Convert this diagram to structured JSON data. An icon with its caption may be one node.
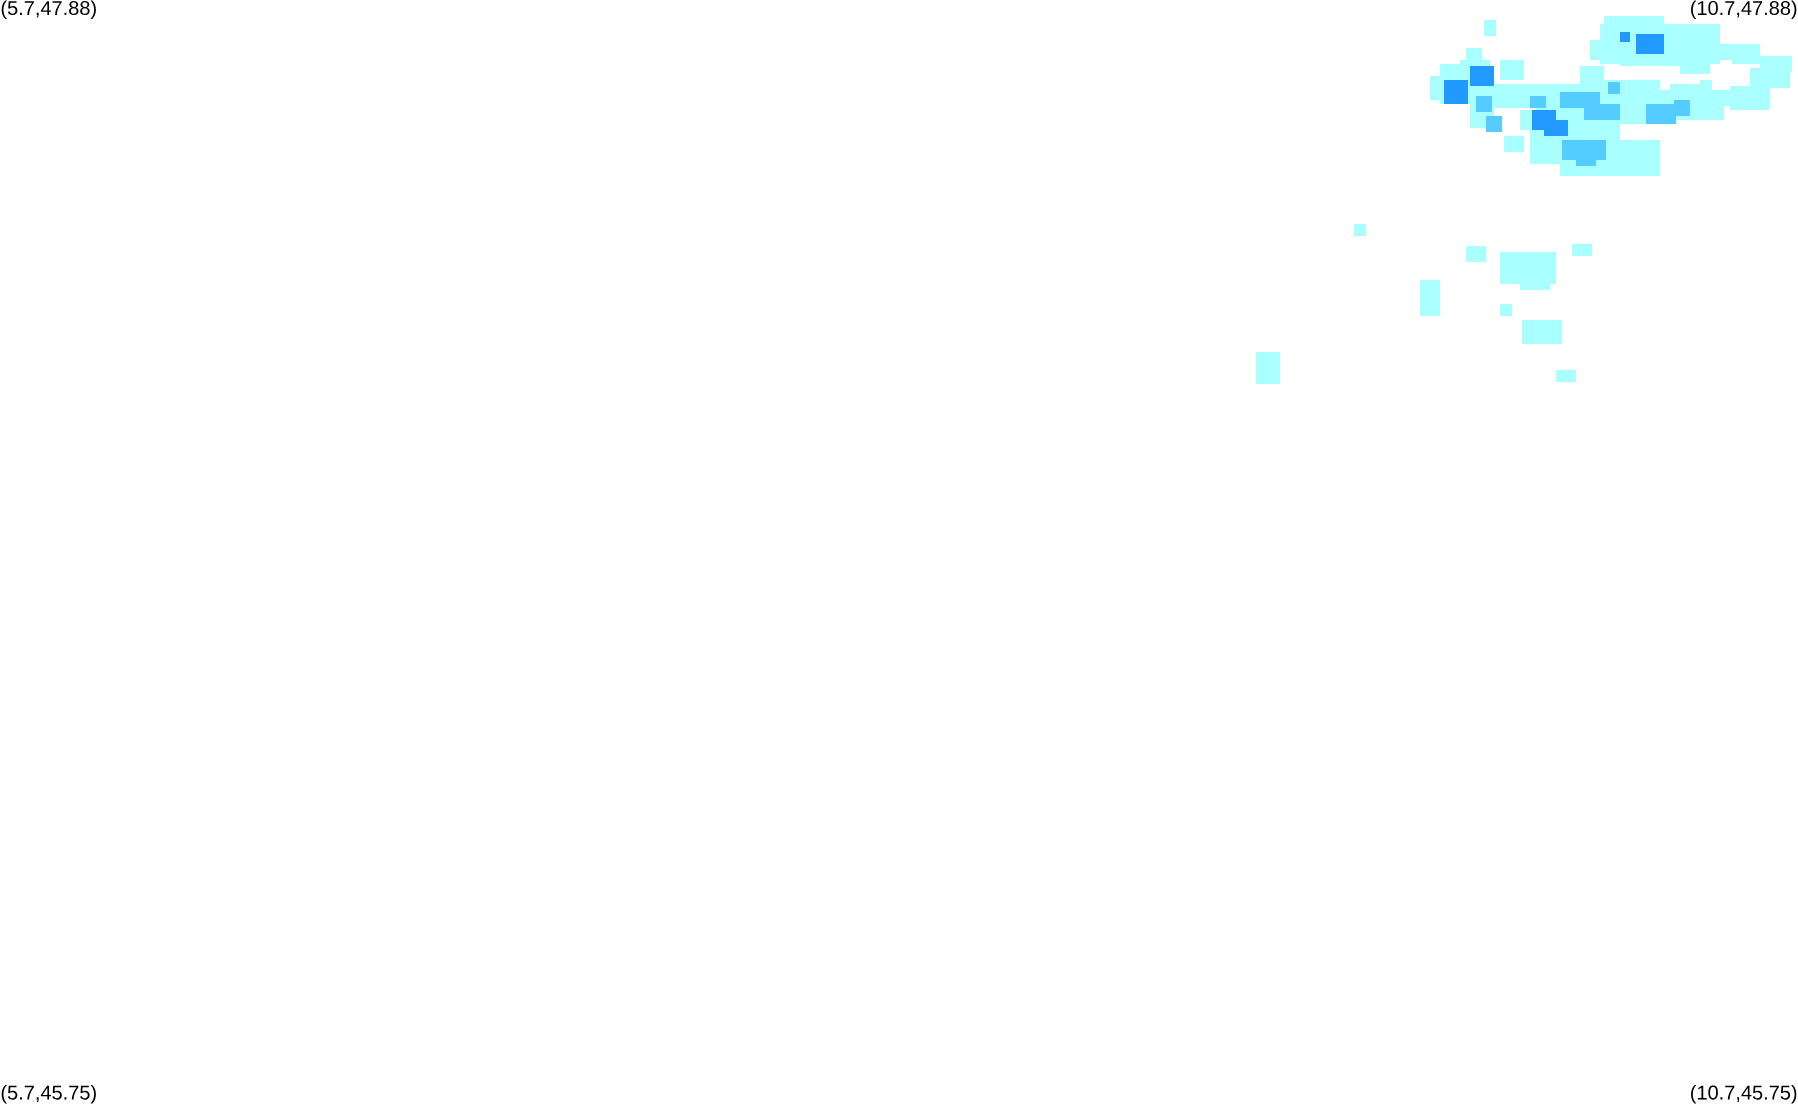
{
  "diagram": {
    "labels": [
      "(5.7,47.88)",
      "(10.7,47.88)",
      "(5.7,45.75)",
      "(10.7,45.75)"
    ]
  }
}
